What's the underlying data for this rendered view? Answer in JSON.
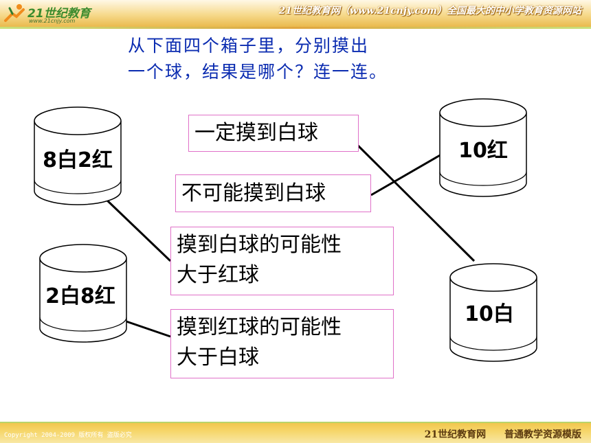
{
  "header": {
    "logo_text": "21世纪教育",
    "logo_url": "www.21cnjy.com",
    "slogan": "21世纪教育网（www.21cnjy.com）全国最大的中小学教育资源网站"
  },
  "title": {
    "line1": "从下面四个箱子里，分别摸出",
    "line2": "一个球，结果是哪个？连一连。"
  },
  "boxes": {
    "box_8w2r": "8白2红",
    "box_2w8r": "2白8红",
    "box_10r": "10红",
    "box_10w": "10白"
  },
  "options": {
    "certain_white": "一定摸到白球",
    "impossible_white": "不可能摸到白球",
    "white_more_likely_line1": "摸到白球的可能性",
    "white_more_likely_line2": "大于红球",
    "red_more_likely_line1": "摸到红球的可能性",
    "red_more_likely_line2": "大于白球"
  },
  "footer": {
    "copyright": "Copyright 2004-2009 版权所有 盗版必究",
    "brand": "21世纪教育网",
    "tagline": "普通教学资源模版"
  },
  "colors": {
    "title": "#0a2bb0",
    "option_border": "#e070c8",
    "header": "#f6d98a",
    "footer": "#f2c64e"
  }
}
